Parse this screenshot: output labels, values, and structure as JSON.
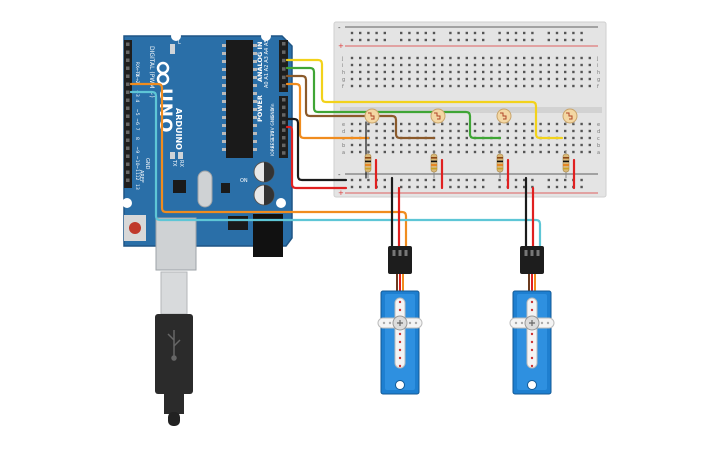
{
  "board": {
    "brand": "ARDUINO",
    "model": "UNO",
    "digital_label": "DIGITAL (PWM ~)",
    "analog_label": "ANALOG IN",
    "power_label": "POWER",
    "aref": "AREF",
    "gnd": "GND",
    "tx": "TX",
    "rx": "RX",
    "on": "ON",
    "l": "L",
    "digital_pins": [
      "13",
      "12",
      "~11",
      "~10",
      "~9",
      "8",
      "7",
      "~6",
      "~5",
      "4",
      "~3",
      "2",
      "TX→ 1",
      "RX← 0"
    ],
    "power_pins": [
      "IOREF",
      "RESET",
      "3.3V",
      "5V",
      "GND",
      "GND",
      "Vin"
    ],
    "analog_pins": [
      "A0",
      "A1",
      "A2",
      "A3",
      "A4",
      "A5"
    ]
  },
  "breadboard": {
    "row_letters": [
      "a",
      "b",
      "c",
      "d",
      "e",
      "f",
      "g",
      "h",
      "i",
      "j"
    ],
    "rail_plus": "+",
    "rail_minus": "-"
  },
  "colors": {
    "board": "#2a6fa8",
    "board_edge": "#1f5585",
    "header": "#1e1e1e",
    "breadboard": "#e3e3e3",
    "servo": "#1e7fd0",
    "wire_yellow": "#f2d21b",
    "wire_green": "#3fa535",
    "wire_orange": "#f08c1e",
    "wire_brown": "#8b5a2b",
    "wire_red": "#e02020",
    "wire_black": "#1b1b1b",
    "wire_cyan": "#5ec6d6"
  },
  "components": {
    "photoresistors": 4,
    "resistors": 4,
    "servos": 2
  }
}
